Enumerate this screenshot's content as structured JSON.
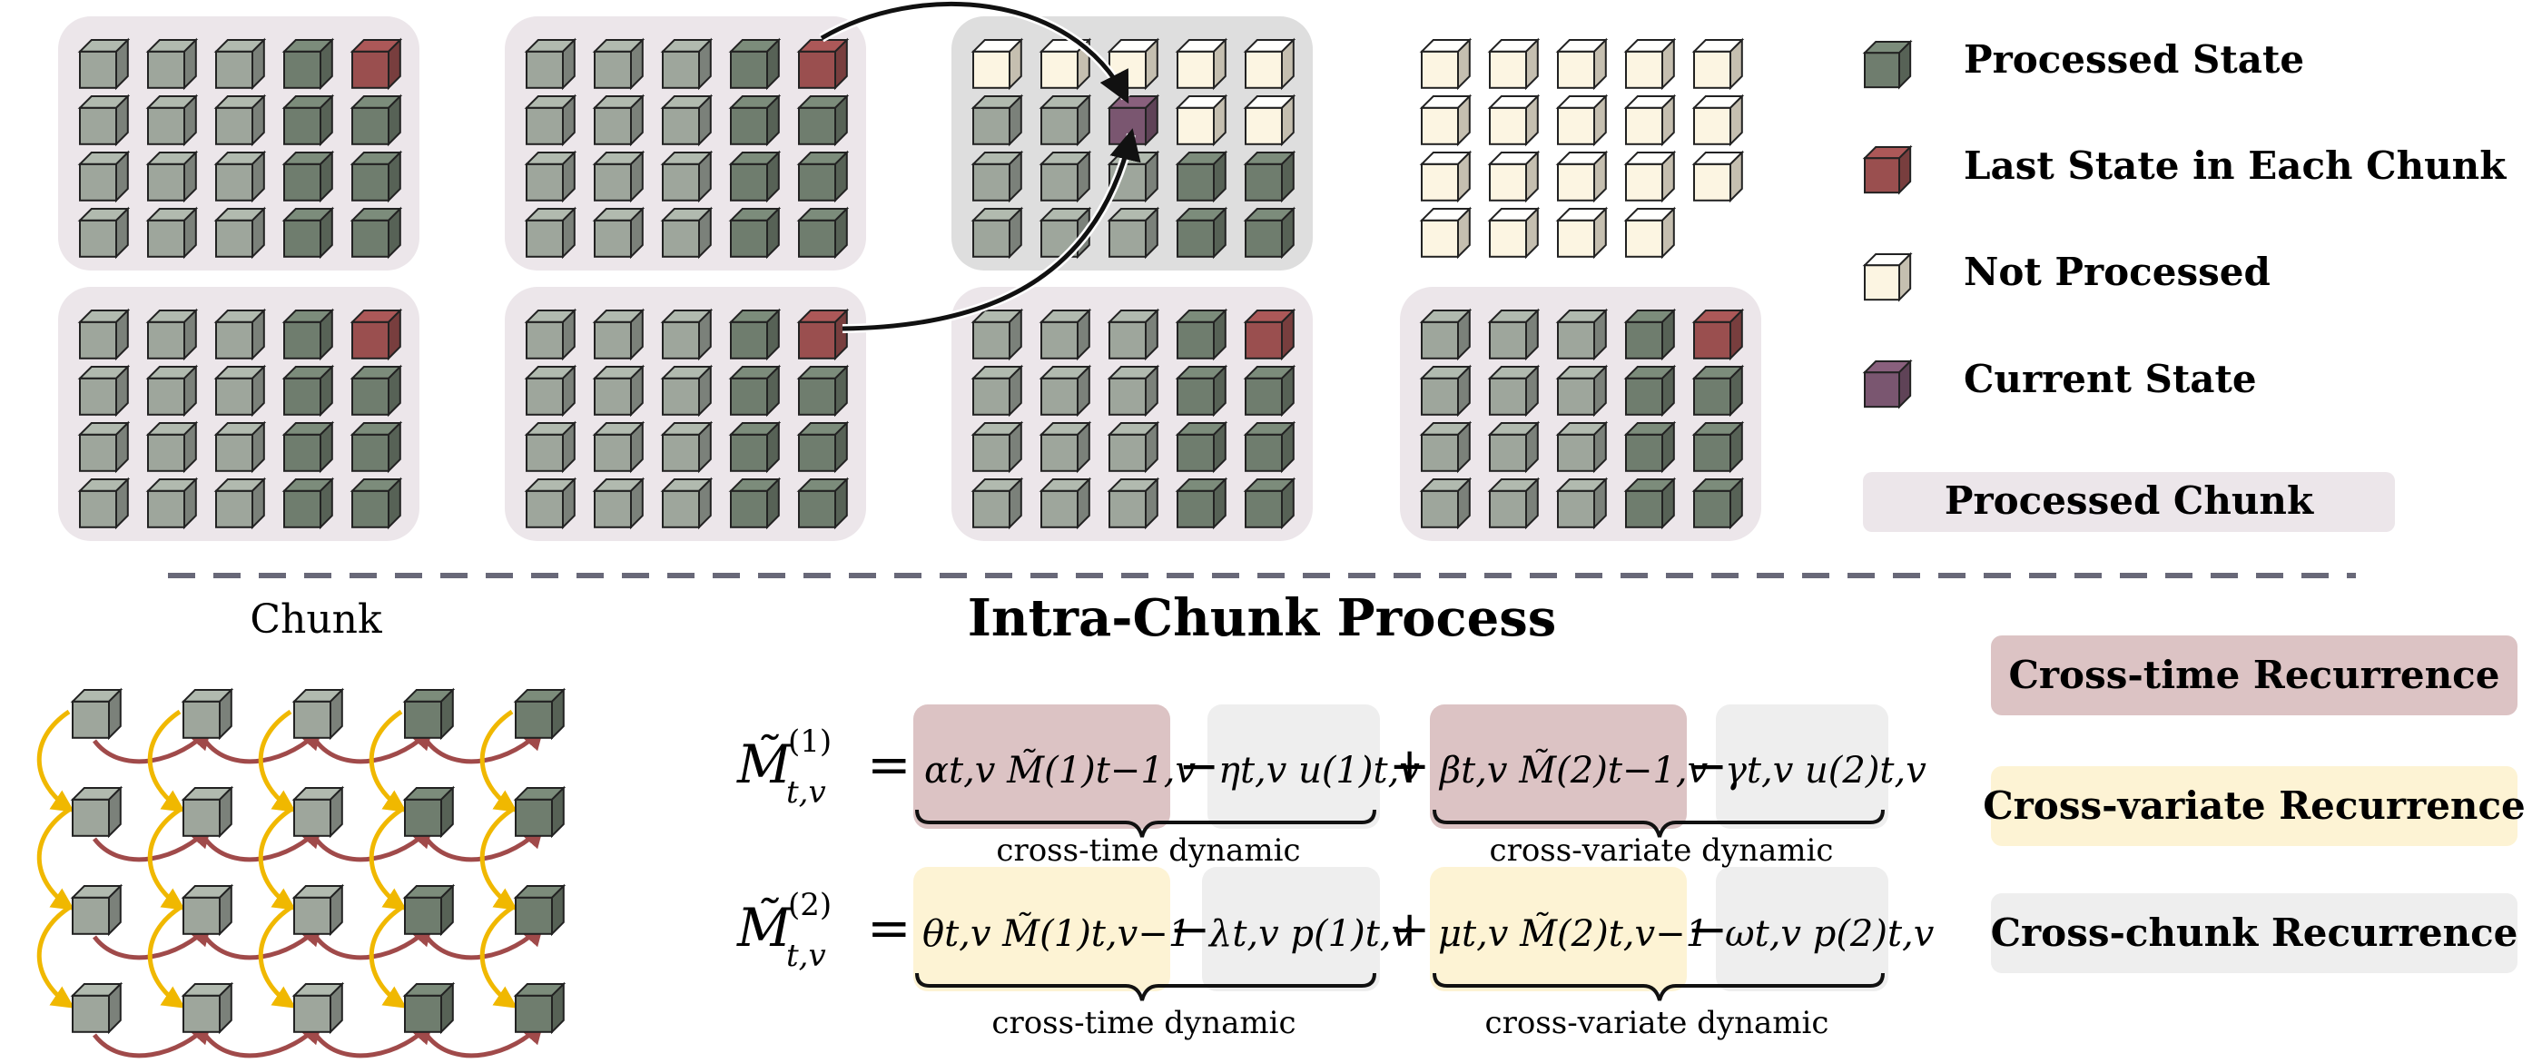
{
  "legend": {
    "processed_state": "Processed State",
    "last_state": "Last State in Each Chunk",
    "not_processed": "Not Processed",
    "current_state": "Current State",
    "processed_chunk": "Processed Chunk"
  },
  "bottom": {
    "chunk_label": "Chunk",
    "intra_title": "Intra-Chunk Process",
    "cross_time_recurrence": "Cross-time Recurrence",
    "cross_variate_recurrence": "Cross-variate Recurrence",
    "cross_chunk_recurrence": "Cross-chunk Recurrence"
  },
  "equations": {
    "eq1": {
      "lhs": "M̃",
      "lhs_sup": "(1)",
      "lhs_sub": "t,v",
      "term1": "αt,v M̃(1)t−1,v",
      "term2": "ηt,v u(1)t,v",
      "term3": "βt,v M̃(2)t−1,v",
      "term4": "γt,v u(2)t,v",
      "brace_left": "cross-time dynamic",
      "brace_right": "cross-variate dynamic"
    },
    "eq2": {
      "lhs": "M̃",
      "lhs_sup": "(2)",
      "lhs_sub": "t,v",
      "term1": "θt,v M̃(1)t,v−1",
      "term2": "λt,v p(1)t,v",
      "term3": "μt,v M̃(2)t,v−1",
      "term4": "ωt,v p(2)t,v",
      "brace_left": "cross-time dynamic",
      "brace_right": "cross-variate dynamic"
    }
  },
  "colors": {
    "processed": "#6f7d6e",
    "processed_light": "#9ea69c",
    "last": "#9a4f4f",
    "not_processed": "#fcf5e2",
    "current": "#7a5670",
    "chunk_bg": "#ece6ea",
    "current_chunk_bg": "#dedede",
    "cross_time": "#dcc3c4",
    "cross_variate": "#fdf3d4",
    "cross_chunk": "#eeeeee",
    "arrow_red": "#a04a4a",
    "arrow_yellow": "#f0b800",
    "dash": "#686878"
  }
}
